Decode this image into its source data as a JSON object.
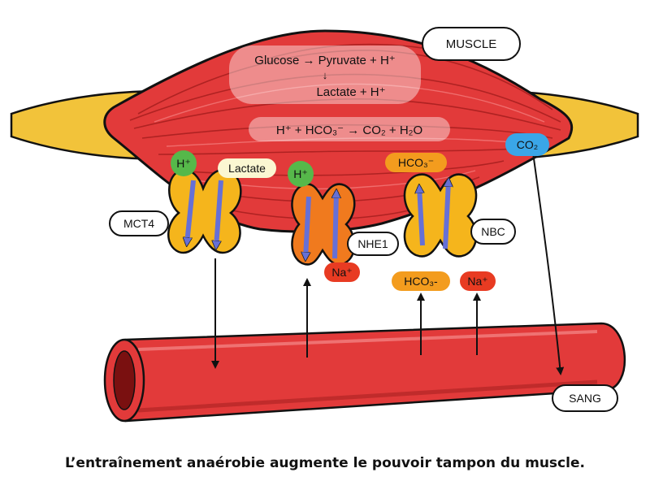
{
  "labels": {
    "muscle": "MUSCLE",
    "sang": "SANG",
    "mct4": "MCT4",
    "nhe1": "NHE1",
    "nbc": "NBC"
  },
  "reactions": {
    "line1": "Glucose → Pyruvate + H⁺",
    "arrow": "↓",
    "line2": "Lactate + H⁺",
    "buffer": "H⁺ + HCO₃⁻ → CO₂ + H₂O"
  },
  "ions": {
    "h_mct4": "H⁺",
    "lactate": "Lactate",
    "h_nhe1": "H⁺",
    "na_nhe1": "Na⁺",
    "hco3_nbc_in": "HCO₃⁻",
    "hco3_out": "HCO₃-",
    "na_out": "Na⁺",
    "co2": "CO₂"
  },
  "caption": "L’entraînement anaérobie augmente le pouvoir tampon du muscle.",
  "colors": {
    "muscle": "#e23a3a",
    "tendon": "#f2c33a",
    "transporter_yellow": "#f5b51c",
    "transporter_orange": "#f07a1e",
    "h_green": "#56b84a",
    "na_red": "#e83b22",
    "hco3_orange": "#f39c1e",
    "co2_blue": "#3aa6e8",
    "arrow_blue": "#6670d6"
  }
}
